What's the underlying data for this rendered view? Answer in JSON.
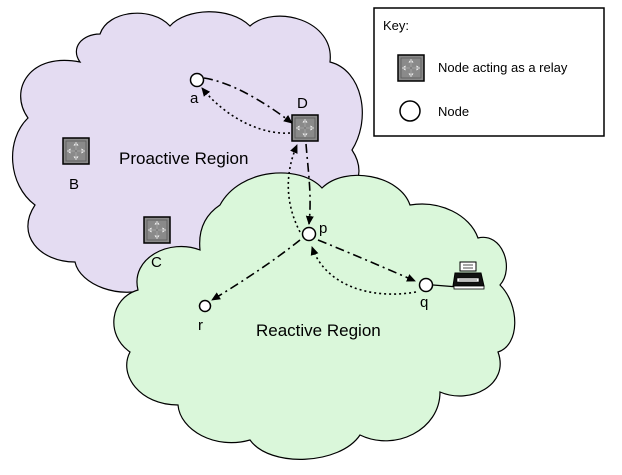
{
  "regions": {
    "proactive": {
      "label": "Proactive Region",
      "fill": "#e4dcf2"
    },
    "reactive": {
      "label": "Reactive Region",
      "fill": "#daf7da"
    }
  },
  "nodes": {
    "a": "a",
    "b": "B",
    "c": "C",
    "d": "D",
    "p": "p",
    "q": "q",
    "r": "r"
  },
  "key": {
    "title": "Key:",
    "relay": "Node acting as a relay",
    "node": "Node"
  },
  "icons": {
    "relay": "relay-node-icon",
    "node": "node-circle-icon",
    "printer": "printer-icon"
  }
}
